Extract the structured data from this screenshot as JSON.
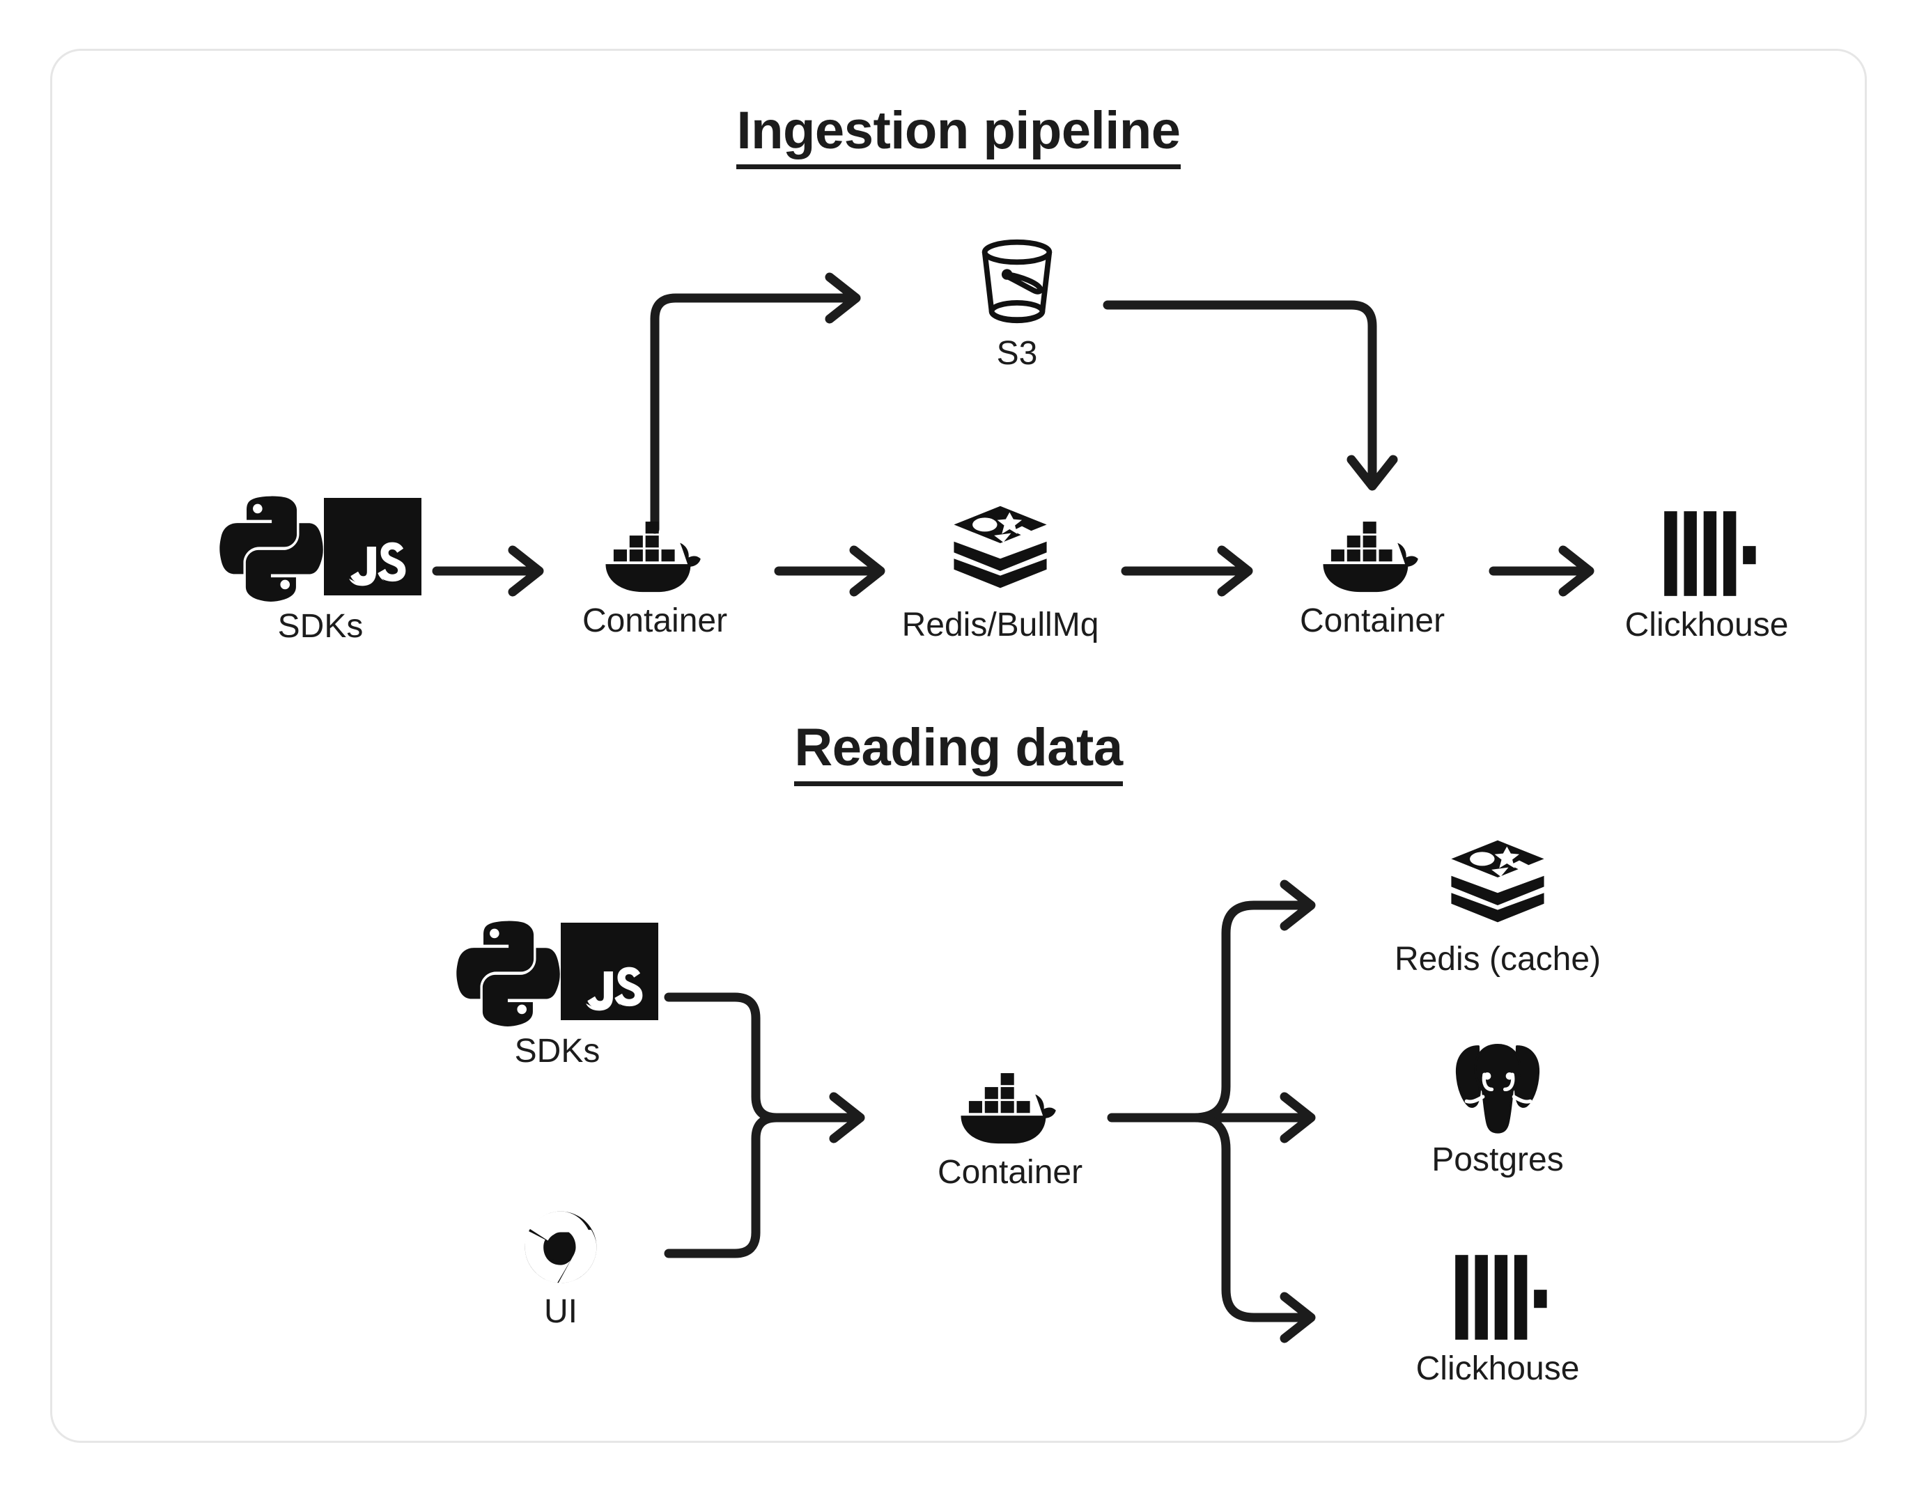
{
  "card": {
    "border_color": "#e6e6e6",
    "background": "#ffffff"
  },
  "ink_color": "#1c1c1c",
  "sections": [
    {
      "id": "ingestion",
      "title": "Ingestion pipeline",
      "nodes": [
        {
          "id": "sdks-1",
          "label": "SDKs",
          "icons": [
            "python-icon",
            "javascript-icon"
          ]
        },
        {
          "id": "container-1",
          "label": "Container",
          "icons": [
            "docker-icon"
          ]
        },
        {
          "id": "s3",
          "label": "S3",
          "icons": [
            "s3-bucket-icon"
          ]
        },
        {
          "id": "redis-bullmq",
          "label": "Redis/BullMq",
          "icons": [
            "redis-icon"
          ]
        },
        {
          "id": "container-2",
          "label": "Container",
          "icons": [
            "docker-icon"
          ]
        },
        {
          "id": "clickhouse-1",
          "label": "Clickhouse",
          "icons": [
            "clickhouse-icon"
          ]
        }
      ],
      "edges": [
        {
          "from": "sdks-1",
          "to": "container-1",
          "style": "straight-arrow"
        },
        {
          "from": "container-1",
          "to": "s3",
          "style": "elbow-up-right-arrow"
        },
        {
          "from": "container-1",
          "to": "redis-bullmq",
          "style": "straight-arrow"
        },
        {
          "from": "s3",
          "to": "container-2",
          "style": "elbow-right-down-arrow"
        },
        {
          "from": "redis-bullmq",
          "to": "container-2",
          "style": "straight-arrow"
        },
        {
          "from": "container-2",
          "to": "clickhouse-1",
          "style": "straight-arrow"
        }
      ]
    },
    {
      "id": "reading",
      "title": "Reading data",
      "nodes": [
        {
          "id": "sdks-2",
          "label": "SDKs",
          "icons": [
            "python-icon",
            "javascript-icon"
          ]
        },
        {
          "id": "ui",
          "label": "UI",
          "icons": [
            "chrome-icon"
          ]
        },
        {
          "id": "container-3",
          "label": "Container",
          "icons": [
            "docker-icon"
          ]
        },
        {
          "id": "redis-cache",
          "label": "Redis (cache)",
          "icons": [
            "redis-icon"
          ]
        },
        {
          "id": "postgres",
          "label": "Postgres",
          "icons": [
            "postgres-icon"
          ]
        },
        {
          "id": "clickhouse-2",
          "label": "Clickhouse",
          "icons": [
            "clickhouse-icon"
          ]
        }
      ],
      "edges": [
        {
          "from": "sdks-2",
          "to": "container-3",
          "style": "merge-from-top"
        },
        {
          "from": "ui",
          "to": "container-3",
          "style": "merge-from-bottom"
        },
        {
          "from": "container-3",
          "to": "redis-cache",
          "style": "branch-up-arrow"
        },
        {
          "from": "container-3",
          "to": "postgres",
          "style": "branch-straight-arrow"
        },
        {
          "from": "container-3",
          "to": "clickhouse-2",
          "style": "branch-down-arrow"
        }
      ]
    }
  ]
}
